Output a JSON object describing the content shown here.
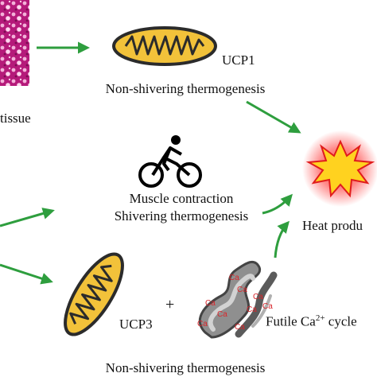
{
  "labels": {
    "tissue": "tissue",
    "ucp1": "UCP1",
    "nst_top": "Non-shivering thermogenesis",
    "muscle_contraction": "Muscle contraction",
    "shivering": "Shivering thermogenesis",
    "heat": "Heat produ",
    "plus": "+",
    "ucp3": "UCP3",
    "futile_prefix": "Futile Ca",
    "futile_sup": "2+",
    "futile_suffix": " cycle",
    "nst_bottom": "Non-shivering thermogenesis",
    "ca_ion": "Ca"
  },
  "colors": {
    "arrow": "#2e9e3e",
    "mito_fill": "#f2c23a",
    "mito_outline": "#2b2b2b",
    "tissue_base": "#b51a7a",
    "burst_fill": "#ffd21f",
    "burst_glow": "#ff2a2a",
    "er_dark": "#555555",
    "er_light": "#9a9a9a",
    "calcium": "#d8262b"
  },
  "icons": {
    "cyclist": "cyclist-icon",
    "heat": "heat-burst-icon",
    "mitochondrion": "mitochondrion-icon",
    "er": "sarcoplasmic-reticulum-icon"
  }
}
